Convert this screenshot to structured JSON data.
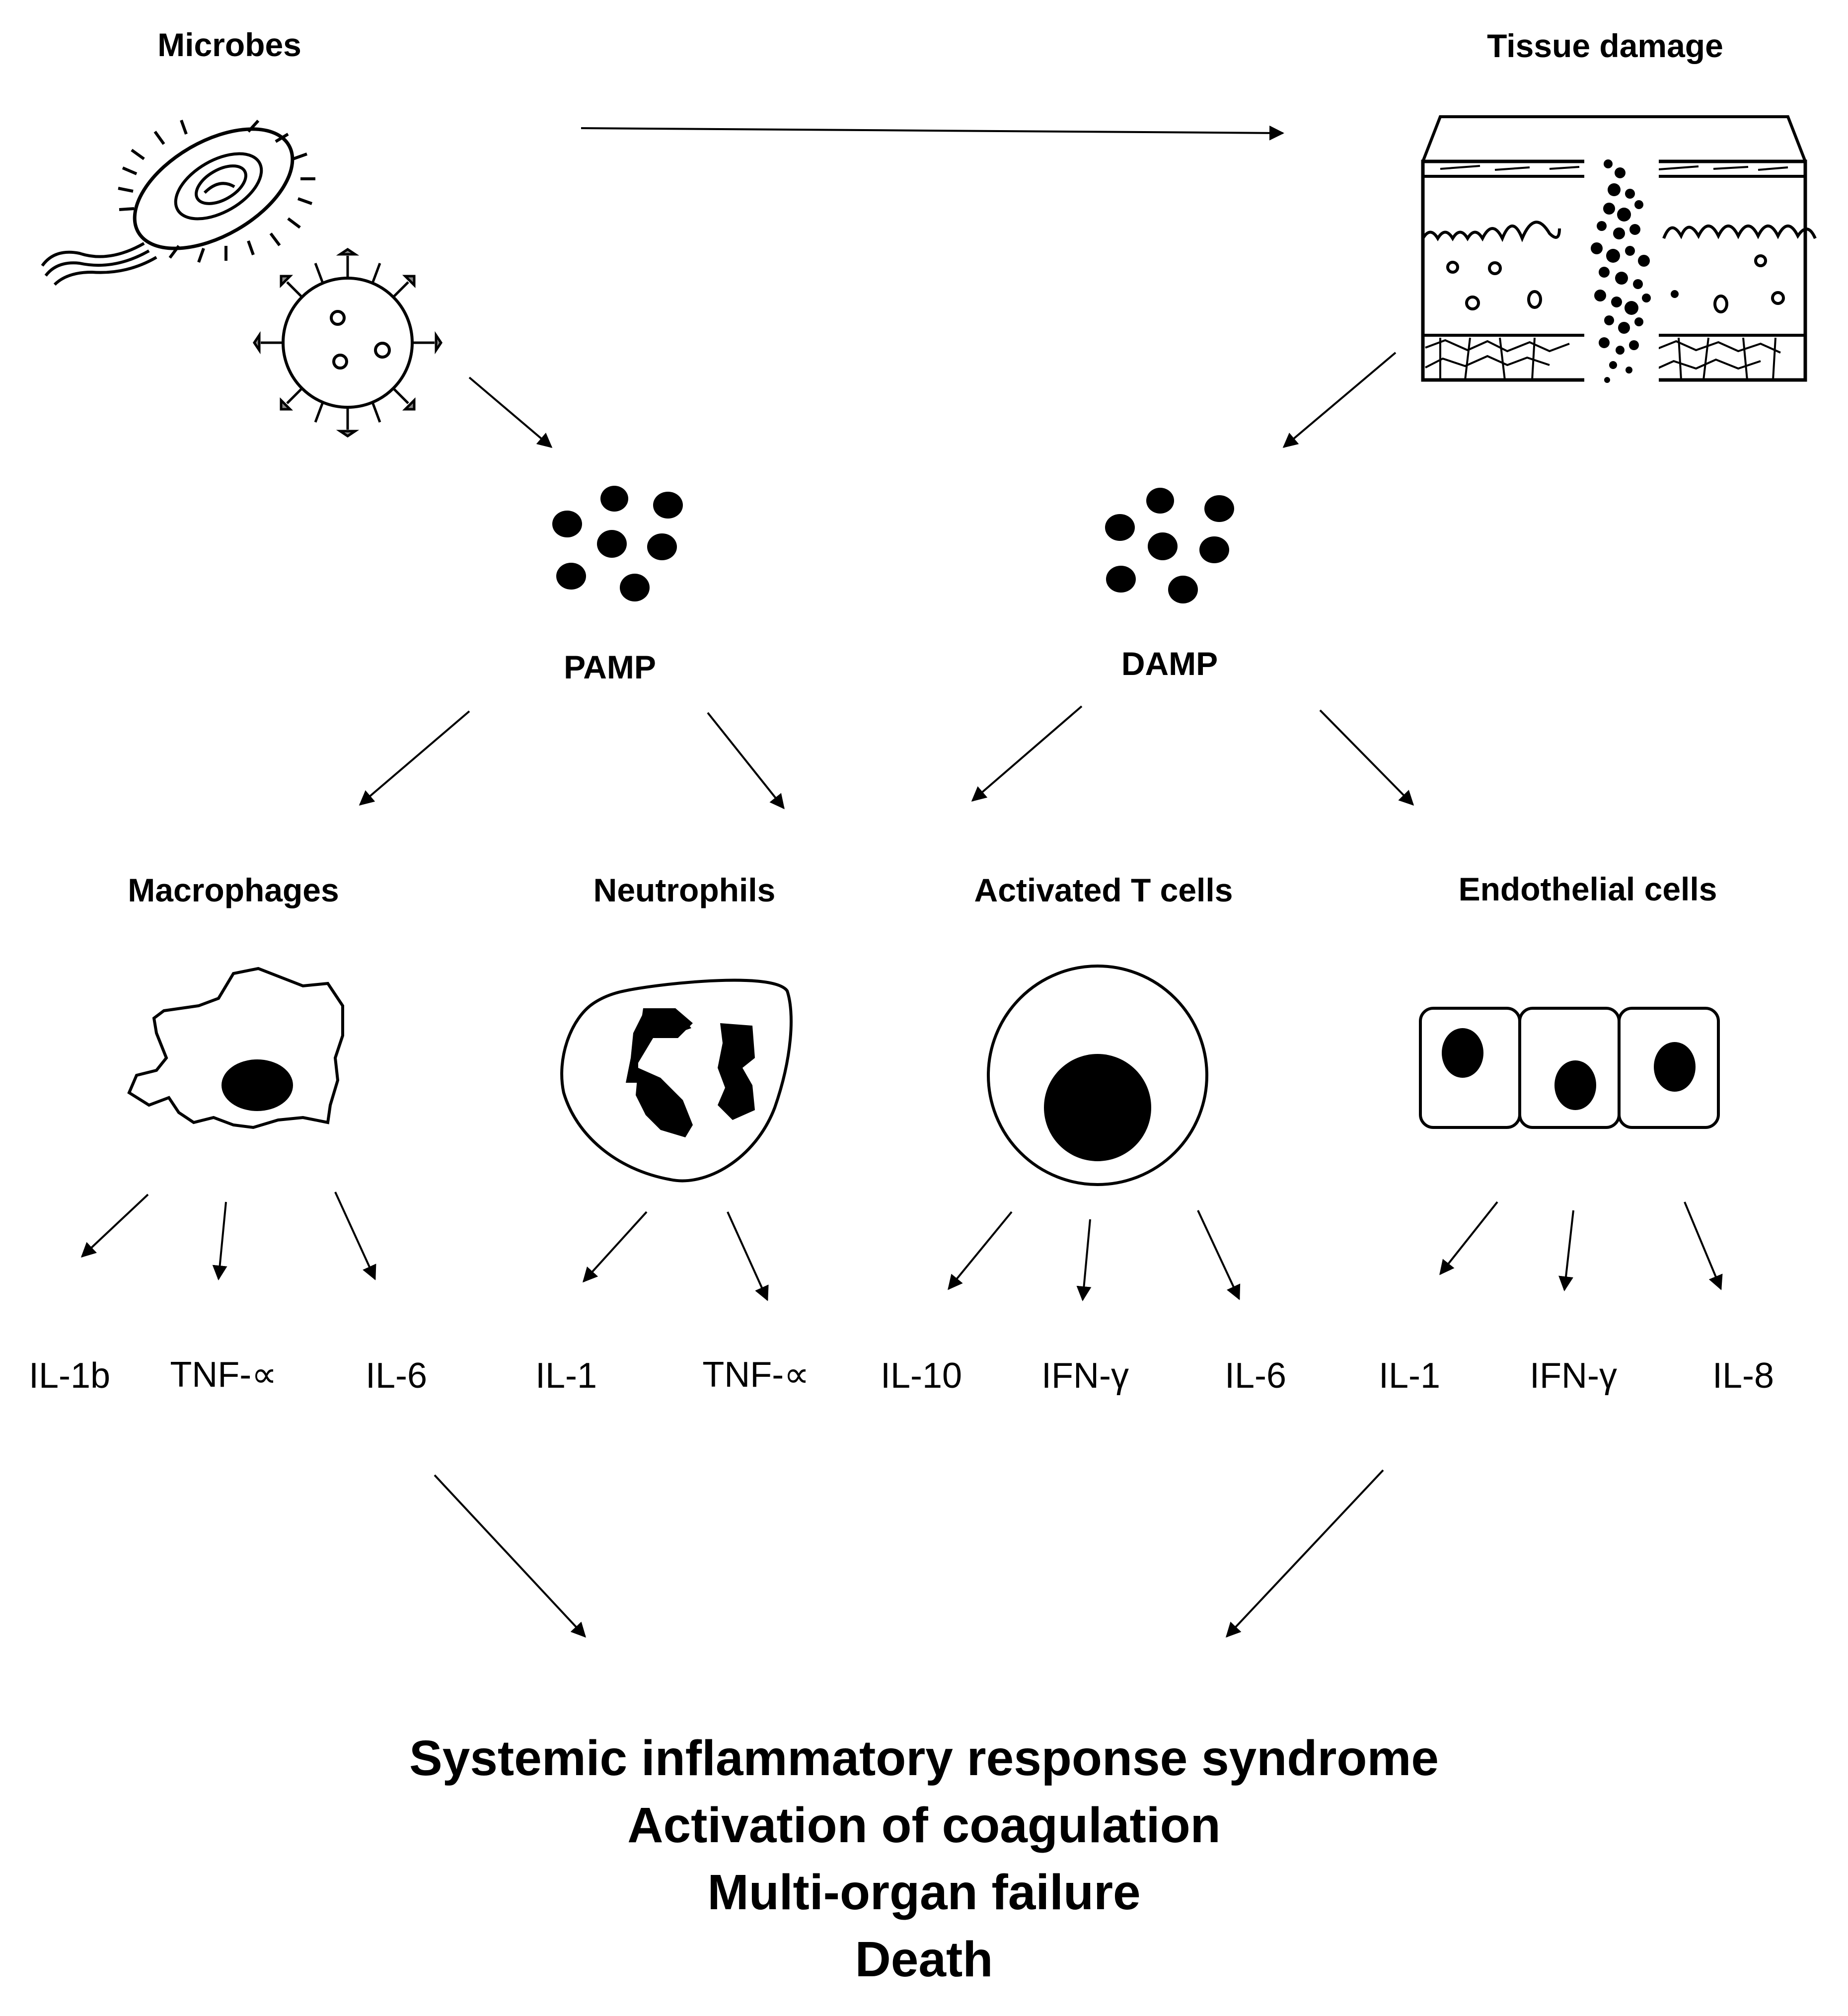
{
  "sources": {
    "microbes": "Microbes",
    "tissue_damage": "Tissue damage"
  },
  "patterns": {
    "pamp": "PAMP",
    "damp": "DAMP"
  },
  "cells": {
    "macrophages": "Macrophages",
    "neutrophils": "Neutrophils",
    "t_cells": "Activated T cells",
    "endothelial": "Endothelial cells"
  },
  "cytokines": {
    "macrophages": [
      "IL-1b",
      "TNF-∝",
      "IL-6"
    ],
    "neutrophils": [
      "IL-1",
      "TNF-∝"
    ],
    "t_cells": [
      "IL-10",
      "IFN-γ",
      "IL-6"
    ],
    "endothelial": [
      "IL-1",
      "IFN-γ",
      "IL-8"
    ]
  },
  "outcomes": [
    "Systemic inflammatory response syndrome",
    "Activation of coagulation",
    "Multi-organ failure",
    "Death"
  ]
}
